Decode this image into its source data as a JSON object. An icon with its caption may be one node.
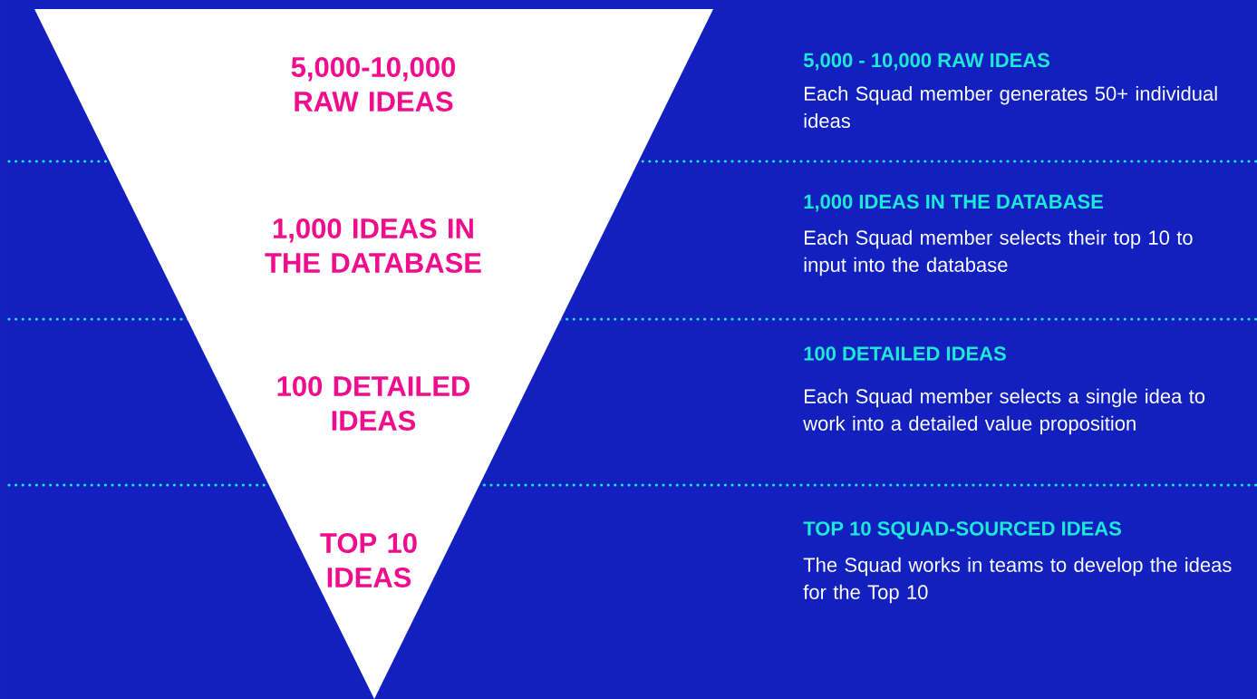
{
  "diagram": {
    "nodes": [
      {
        "text": [
          "5,000-10,000 RAW IDEAS",
          "1,000 IDEAS IN THE DATABASE",
          "100 DETAILED IDEAS",
          "TOP 10 IDEAS"
        ]
      }
    ],
    "labels": [
      "5,000 - 10,000 RAW IDEAS",
      "Each Squad member generates 50+ individual ideas",
      "1,000 IDEAS IN THE DATABASE",
      "Each Squad member selects their top 10 to input into the database",
      "100 DETAILED IDEAS",
      "Each Squad member selects a single idea to work into a detailed value proposition",
      "TOP 10 SQUAD-SOURCED IDEAS",
      "The Squad works in teams to develop the ideas for the Top 10"
    ]
  }
}
